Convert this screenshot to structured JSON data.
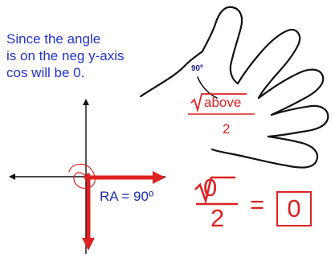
{
  "note": {
    "line1": "Since the angle",
    "line2": "is on the neg y-axis",
    "line3": "cos will be 0."
  },
  "hand": {
    "angle_label": "90º",
    "formula_numerator": "above",
    "formula_denominator": "2"
  },
  "axes": {
    "ra_label": "RA = 90º"
  },
  "result": {
    "numerator": "0",
    "denominator": "2",
    "equals": "=",
    "answer": "0"
  },
  "colors": {
    "ink_blue": "#2233cc",
    "ink_red": "#dd2222",
    "line_black": "#111111"
  }
}
